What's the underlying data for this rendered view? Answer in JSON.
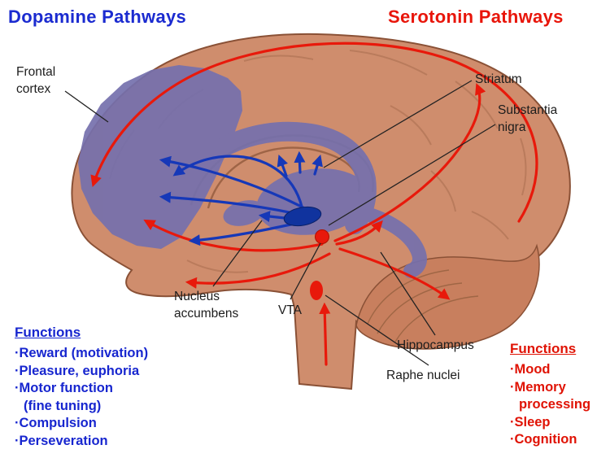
{
  "titles": {
    "dopamine": "Dopamine Pathways",
    "serotonin": "Serotonin Pathways"
  },
  "colors": {
    "dopamine_accent": "#1b2bd0",
    "serotonin_accent": "#e8150a",
    "brain_fill": "#cf8d6d",
    "region_purple": "#7570ad"
  },
  "labels": {
    "frontal_cortex": {
      "line1": "Frontal",
      "line2": "cortex"
    },
    "striatum": "Striatum",
    "substantia_nigra": {
      "line1": "Substantia",
      "line2": "nigra"
    },
    "nucleus_accumbens": {
      "line1": "Nucleus",
      "line2": "accumbens"
    },
    "vta": "VTA",
    "hippocampus": "Hippocampus",
    "raphe_nuclei": "Raphe nuclei"
  },
  "dopamine_functions": {
    "heading": "Functions",
    "items": [
      "·Reward (motivation)",
      "·Pleasure, euphoria",
      "·Motor function",
      "(fine tuning)",
      "·Compulsion",
      "·Perseveration"
    ]
  },
  "serotonin_functions": {
    "heading": "Functions",
    "items": [
      "·Mood",
      "·Memory",
      "processing",
      "·Sleep",
      "·Cognition"
    ]
  }
}
